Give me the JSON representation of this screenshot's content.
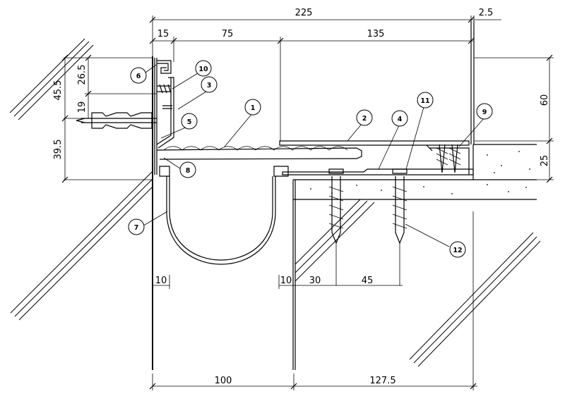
{
  "dimensions": {
    "top_overall": "225",
    "top_right_gap": "2.5",
    "top_left": "15",
    "top_mid": "75",
    "top_right": "135",
    "left_26_5": "26.5",
    "left_45_5": "45.5",
    "left_19": "19",
    "left_39_5": "39.5",
    "right_60": "60",
    "right_25": "25",
    "mid_10_left": "10",
    "mid_10_right": "10",
    "mid_30": "30",
    "mid_45": "45",
    "bottom_100": "100",
    "bottom_127_5": "127.5"
  },
  "callouts": [
    "1",
    "2",
    "3",
    "4",
    "5",
    "6",
    "7",
    "8",
    "9",
    "10",
    "11",
    "12"
  ]
}
